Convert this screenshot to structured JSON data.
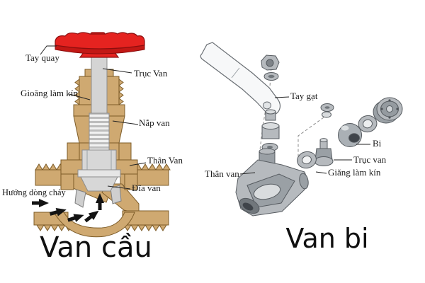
{
  "page": {
    "background": "#ffffff"
  },
  "left_valve": {
    "title": "Van cầu",
    "labels": {
      "tay_quay": "Tay quay",
      "truc_van": "Trục Van",
      "gioang_lam_kin": "Gioăng làm kín",
      "nap_van": "Nắp van",
      "than_van": "Thân Van",
      "dia_van": "Đĩa van",
      "huong_dong_chay": "Hướng dòng chảy"
    },
    "colors": {
      "handwheel": "#e52320",
      "body": "#cfa971",
      "stem": "#d4d4d4"
    }
  },
  "right_valve": {
    "title": "Van bi",
    "labels": {
      "tay_gat": "Tay gạt",
      "bi": "Bi",
      "truc_van": "Trục van",
      "giang_lam_kin": "Giăng làm kín",
      "than_van": "Thân van"
    },
    "colors": {
      "metal": "#b6babe"
    }
  }
}
